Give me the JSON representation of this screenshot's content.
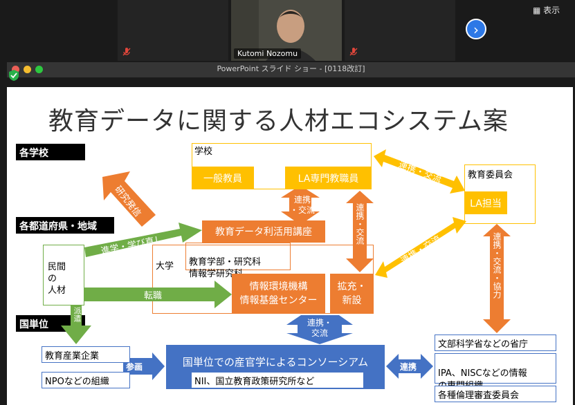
{
  "zoom": {
    "participant_name": "Kutomi Nozomu",
    "show_label": "表示",
    "next_glyph": "›"
  },
  "window": {
    "title": "PowerPoint スライド ショー - [0118改訂]"
  },
  "slide": {
    "title": "教育データに関する人材エコシステム案",
    "levels": {
      "school": "各学校",
      "prefecture": "各都道府県・地域",
      "national": "国単位"
    },
    "school_box": {
      "label": "学校",
      "general_teacher": "一般教員",
      "la_teacher": "LA専門教職員"
    },
    "board": {
      "label": "教育委員会",
      "la_staff": "LA担当"
    },
    "private": "民間\nの\n人材",
    "university": {
      "label": "大学",
      "course": "教育データ利活用講座",
      "faculties": "教育学部・研究科\n情報学研究科",
      "center": "情報環境機構\n情報基盤センター",
      "expand": "拡充・\n新設"
    },
    "arrows": {
      "research": "研究発信",
      "advance": "進学・学び直し",
      "transfer": "転職",
      "dispatch": "派遣",
      "coop_small": "連携\n・交流",
      "coop_vertical": "連携・交流",
      "coop_board_top": "連携・交流",
      "coop_board_mid": "連携・交流",
      "coop_board_vertical": "連携・交流・協力",
      "coop_national": "連携・\n交流",
      "participate": "参画",
      "link": "連携"
    },
    "consortium": {
      "title": "国単位での産官学によるコンソーシアム",
      "members": "NII、国立教育政策研究所など"
    },
    "national_left": {
      "ed_industry": "教育産業企業",
      "npo": "NPOなどの組織"
    },
    "national_right": {
      "mext": "文部科学省などの省庁",
      "ipa": "IPA、NISCなどの情報\nの専門組織",
      "ethics": "各種倫理審査委員会"
    }
  }
}
